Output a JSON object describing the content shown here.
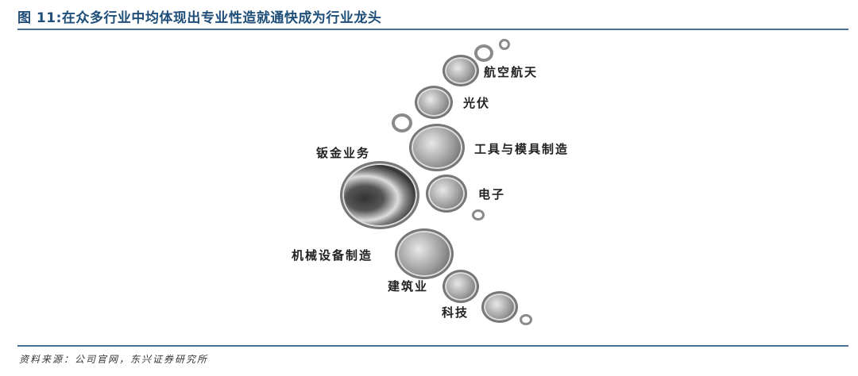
{
  "header": {
    "title": "图 11:在众多行业中均体现出专业性造就通快成为行业龙头"
  },
  "diagram": {
    "center": {
      "label": "钣金业务"
    },
    "items": [
      {
        "label": "航空航天"
      },
      {
        "label": "光伏"
      },
      {
        "label": "工具与模具制造"
      },
      {
        "label": "电子"
      },
      {
        "label": "机械设备制造"
      },
      {
        "label": "建筑业"
      },
      {
        "label": "科技"
      }
    ]
  },
  "footer": {
    "source": "资料来源：公司官网，东兴证券研究所"
  },
  "colors": {
    "title": "#1f4e79",
    "rule": "#4a6f95"
  }
}
